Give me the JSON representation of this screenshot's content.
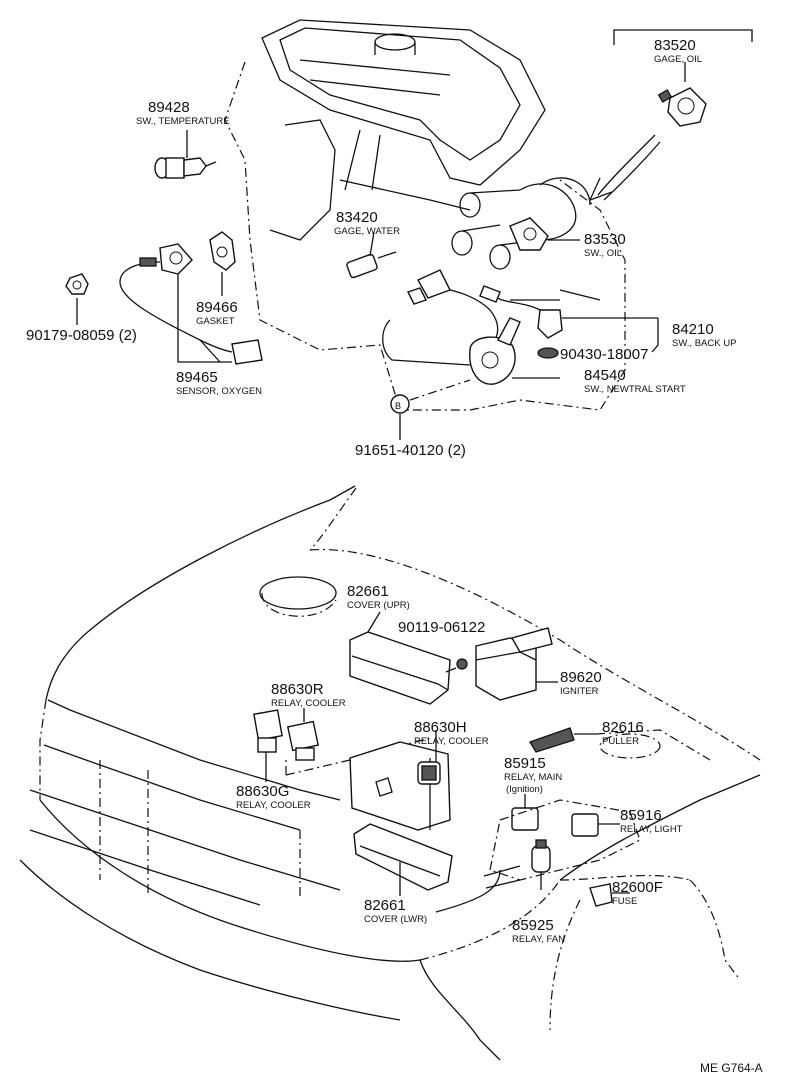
{
  "diagram_code": "ME G764-A",
  "parts": [
    {
      "id": "p83520",
      "number": "83520",
      "desc": "GAGE, OIL"
    },
    {
      "id": "p89428",
      "number": "89428",
      "desc": "SW., TEMPERATURE"
    },
    {
      "id": "p83420",
      "number": "83420",
      "desc": "GAGE, WATER"
    },
    {
      "id": "p83530",
      "number": "83530",
      "desc": "SW., OIL"
    },
    {
      "id": "p84210",
      "number": "84210",
      "desc": "SW., BACK UP"
    },
    {
      "id": "p90430",
      "number": "90430-18007",
      "desc": ""
    },
    {
      "id": "p84540",
      "number": "84540",
      "desc": "SW., NEWTRAL START"
    },
    {
      "id": "p89466",
      "number": "89466",
      "desc": "GASKET"
    },
    {
      "id": "p90179",
      "number": "90179-08059 (2)",
      "desc": ""
    },
    {
      "id": "p89465",
      "number": "89465",
      "desc": "SENSOR, OXYGEN"
    },
    {
      "id": "p91651",
      "number": "91651-40120 (2)",
      "desc": ""
    },
    {
      "id": "p82661u",
      "number": "82661",
      "desc": "COVER (UPR)"
    },
    {
      "id": "p90119",
      "number": "90119-06122",
      "desc": ""
    },
    {
      "id": "p89620",
      "number": "89620",
      "desc": "IGNITER"
    },
    {
      "id": "p88630R",
      "number": "88630R",
      "desc": "RELAY, COOLER"
    },
    {
      "id": "p88630H",
      "number": "88630H",
      "desc": "RELAY, COOLER"
    },
    {
      "id": "p82616",
      "number": "82616",
      "desc": "PULLER"
    },
    {
      "id": "p85915",
      "number": "85915",
      "desc": "RELAY, MAIN",
      "note": "(Ignition)"
    },
    {
      "id": "p88630G",
      "number": "88630G",
      "desc": "RELAY, COOLER"
    },
    {
      "id": "p85916",
      "number": "85916",
      "desc": "RELAY, LIGHT"
    },
    {
      "id": "p82661l",
      "number": "82661",
      "desc": "COVER (LWR)"
    },
    {
      "id": "p85925",
      "number": "85925",
      "desc": "RELAY, FAN"
    },
    {
      "id": "p82600F",
      "number": "82600F",
      "desc": "FUSE"
    }
  ]
}
